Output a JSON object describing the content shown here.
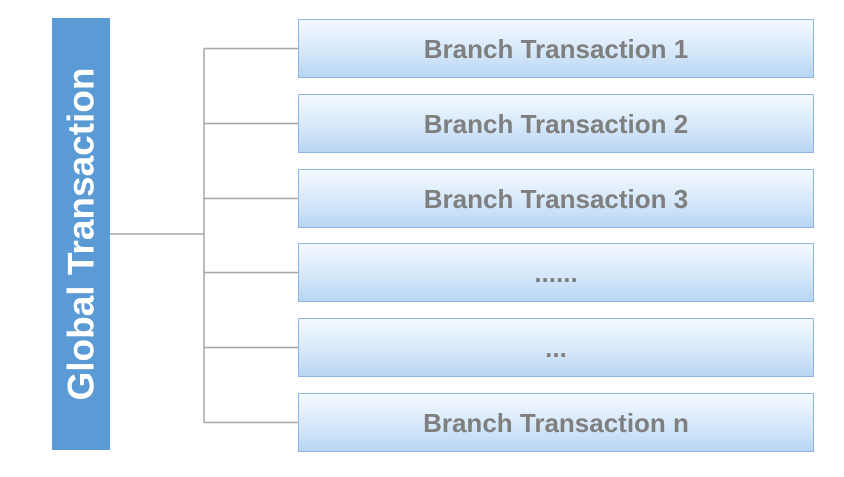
{
  "global_transaction": {
    "label": "Global Transaction",
    "color": "#5b9bd5"
  },
  "branches": [
    {
      "label": "Branch Transaction 1"
    },
    {
      "label": "Branch Transaction 2"
    },
    {
      "label": "Branch Transaction 3"
    },
    {
      "label": "......"
    },
    {
      "label": "..."
    },
    {
      "label": "Branch Transaction n"
    }
  ],
  "colors": {
    "connector": "#a6a6a6",
    "branch_text": "#7f7f7f",
    "branch_border": "#8db4e2"
  }
}
